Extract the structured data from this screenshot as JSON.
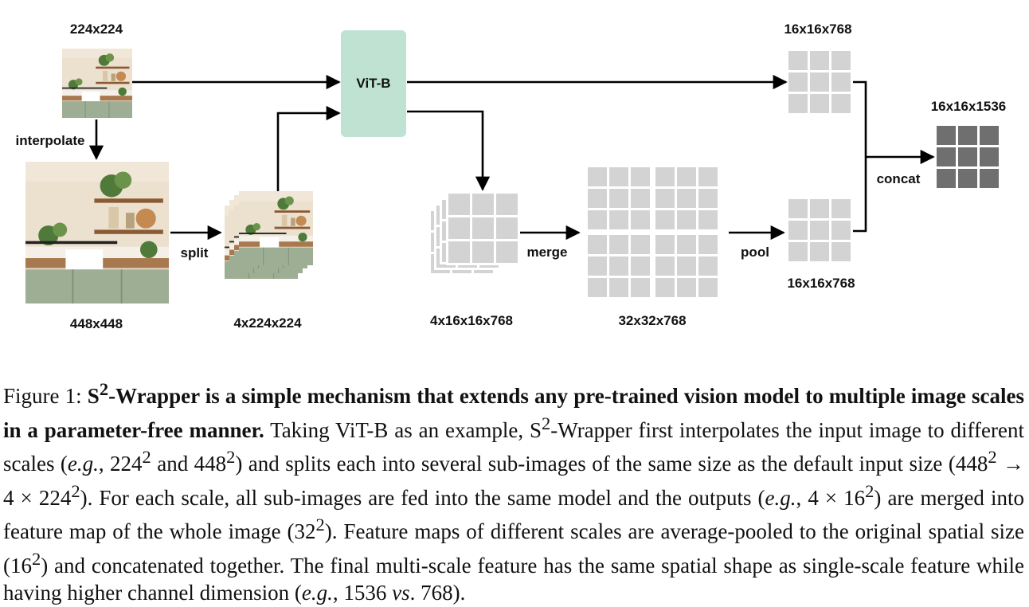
{
  "diagram": {
    "labels": {
      "input_small": "224x224",
      "interpolate": "interpolate",
      "input_large": "448x448",
      "split": "split",
      "subimages": "4x224x224",
      "model": "ViT-B",
      "subfeatures": "4x16x16x768",
      "merge": "merge",
      "merged": "32x32x768",
      "pool": "pool",
      "pooled": "16x16x768",
      "feat_small": "16x16x768",
      "concat": "concat",
      "output": "16x16x1536"
    },
    "colors": {
      "model_box": "#bfe2d3",
      "feature_cell": "#d3d3d3",
      "output_cell": "#6f6f6f",
      "arrow": "#000000"
    },
    "images": "kitchen-photo"
  },
  "caption": {
    "fig_label": "Figure 1:",
    "bold_s": "S",
    "bold_sup": "2",
    "bold_rest": "-Wrapper is a simple mechanism that extends any pre-trained vision model to multiple image scales in a parameter-free manner.",
    "t1": " Taking ViT-B as an example, S",
    "sup1": "2",
    "t2": "-Wrapper first interpolates the input image to different scales (",
    "eg1": "e.g.",
    "t3": ", 224",
    "sup2": "2",
    "t4": " and 448",
    "sup3": "2",
    "t5": ") and splits each into several sub-images of the same size as the default input size (448",
    "sup4": "2",
    "t6": " → 4 × 224",
    "sup5": "2",
    "t7": "). For each scale, all sub-images are fed into the same model and the outputs (",
    "eg2": "e.g.",
    "t8": ", 4 × 16",
    "sup6": "2",
    "t9": ") are merged into feature map of the whole image (32",
    "sup7": "2",
    "t10": "). Feature maps of different scales are average-pooled to the original spatial size (16",
    "sup8": "2",
    "t11": ") and concatenated together. The final multi-scale feature has the same spatial shape as single-scale feature while having higher channel dimension (",
    "eg3": "e.g.",
    "t12": ", 1536 ",
    "vs": "vs",
    "t13": ". 768)."
  }
}
